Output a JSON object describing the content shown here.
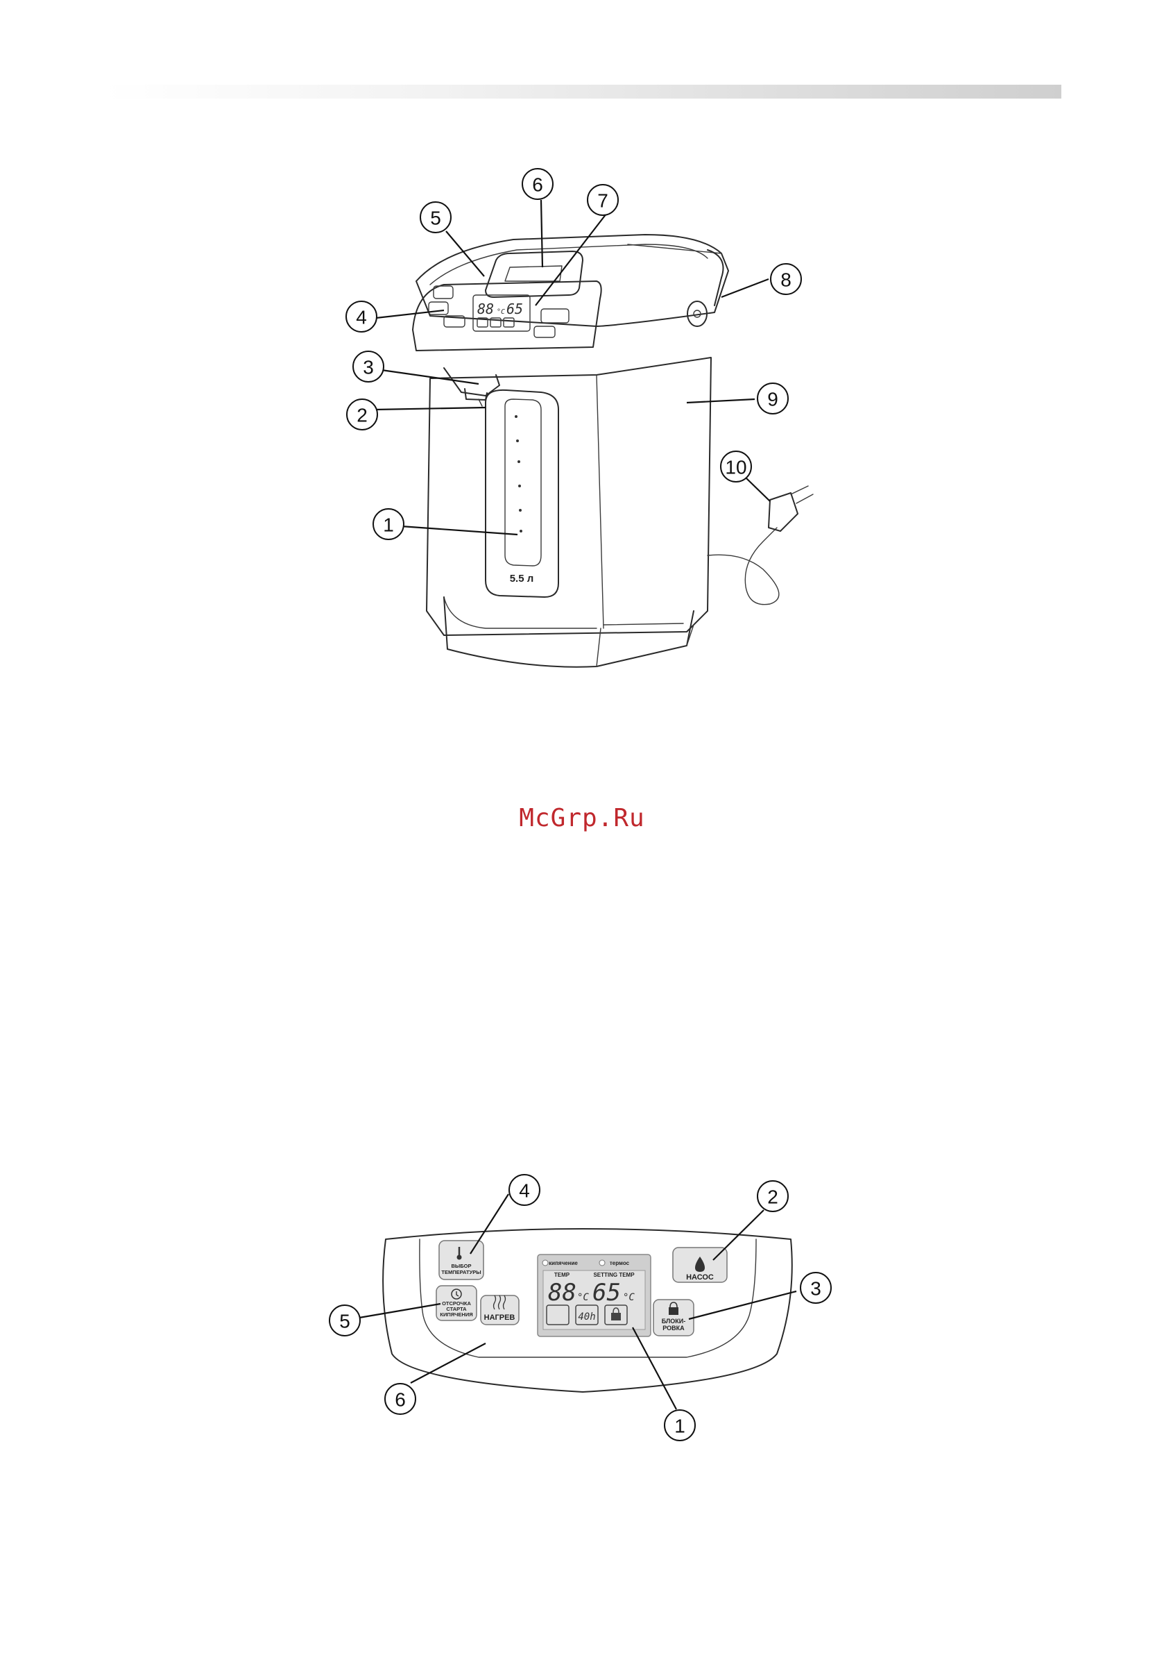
{
  "watermark": "McGrp.Ru",
  "kettle_figure": {
    "callouts": [
      "1",
      "2",
      "3",
      "4",
      "5",
      "6",
      "7",
      "8",
      "9",
      "10"
    ],
    "display_temp": "88",
    "display_set": "65",
    "temp_unit": "°C",
    "window_volume": "5.5 л"
  },
  "panel_figure": {
    "callouts": [
      "1",
      "2",
      "3",
      "4",
      "5",
      "6"
    ],
    "indicator_boil": "кипячение",
    "indicator_thermos": "термос",
    "lcd_temp_label": "TEMP",
    "lcd_setting_label": "SETTING TEMP",
    "lcd_temp": "88",
    "lcd_set": "65",
    "temp_unit": "°C",
    "lcd_timer": "40h",
    "btn_temp_select": [
      "ВЫБОР",
      "ТЕМПЕРАТУРЫ"
    ],
    "btn_delay": [
      "ОТСРОЧКА",
      "СТАРТА",
      "КИПЯЧЕНИЯ"
    ],
    "btn_heat": "НАГРЕВ",
    "btn_pump": "НАСОС",
    "btn_lock": [
      "БЛОКИ-",
      "РОВКА"
    ]
  }
}
